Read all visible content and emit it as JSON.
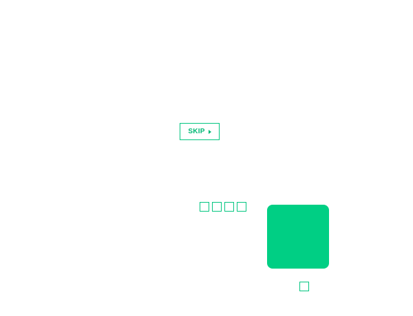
{
  "skip_button": {
    "label": "SKIP",
    "icon": "play-small-icon"
  },
  "placeholders": {
    "top_row_count": 4,
    "bottom_count": 1
  },
  "colors": {
    "accent": "#00cf84",
    "accent_dark": "#00b874",
    "background": "#ffffff"
  }
}
